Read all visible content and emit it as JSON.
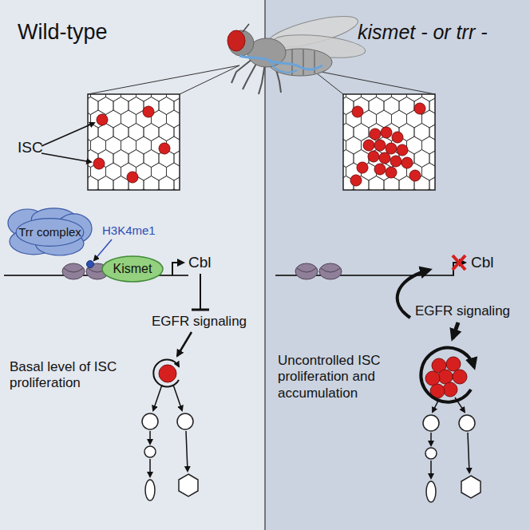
{
  "diagram": {
    "nodes": [
      {
        "text": [
          "Wild-type"
        ]
      },
      {
        "text": [
          "kismet - or trr -"
        ]
      },
      {
        "text": [
          "Trr complex"
        ],
        "in": 0
      },
      {
        "text": [
          "Kismet"
        ],
        "in": 0
      }
    ],
    "labels": [
      "ISC",
      "H3K4me1",
      "Cbl",
      "EGFR signaling",
      "Basal level of ISC proliferation",
      "Cbl",
      "EGFR signaling",
      "Uncontrolled ISC proliferation and accumulation"
    ]
  }
}
